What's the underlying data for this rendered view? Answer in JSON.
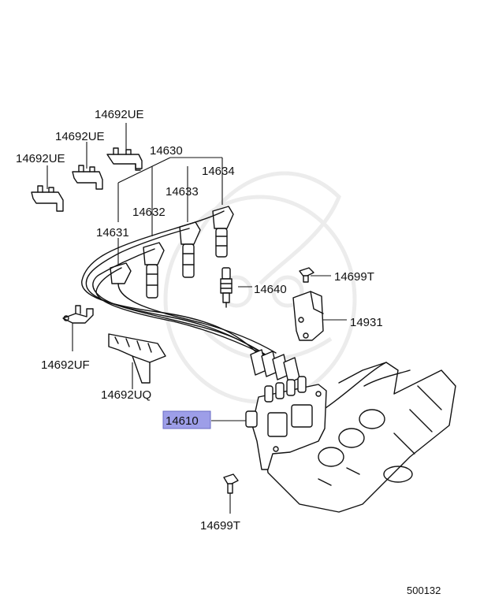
{
  "diagram_id": "500132",
  "highlighted_part": "14610",
  "highlight_color": "#9d9ee8",
  "labels": {
    "p14692UE_a": "14692UE",
    "p14692UE_b": "14692UE",
    "p14692UE_c": "14692UE",
    "p14630": "14630",
    "p14634": "14634",
    "p14633": "14633",
    "p14632": "14632",
    "p14631": "14631",
    "p14699T_a": "14699T",
    "p14640": "14640",
    "p14931": "14931",
    "p14692UF": "14692UF",
    "p14692UQ": "14692UQ",
    "p14610": "14610",
    "p14699T_b": "14699T"
  }
}
